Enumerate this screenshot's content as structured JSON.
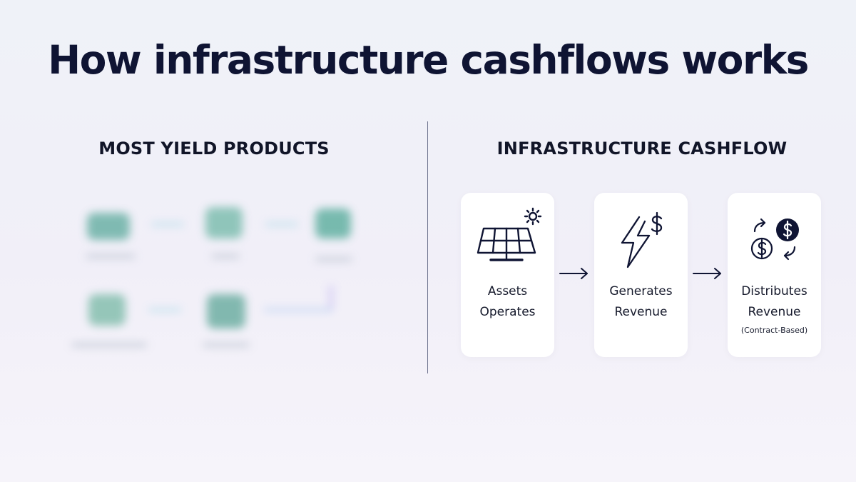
{
  "title": "How infrastructure cashflows works",
  "left_column": {
    "heading": "MOST YIELD PRODUCTS"
  },
  "right_column": {
    "heading": "INFRASTRUCTURE CASHFLOW",
    "steps": [
      {
        "icon": "solar-panel-icon",
        "line1": "Assets",
        "line2": "Operates",
        "note": ""
      },
      {
        "icon": "lightning-dollar-icon",
        "line1": "Generates",
        "line2": "Revenue",
        "note": ""
      },
      {
        "icon": "money-exchange-icon",
        "line1": "Distributes",
        "line2": "Revenue",
        "note": "(Contract-Based)"
      }
    ]
  },
  "colors": {
    "ink": "#0f1433",
    "card": "#ffffff",
    "teal_blurred": "#3fae9a"
  }
}
